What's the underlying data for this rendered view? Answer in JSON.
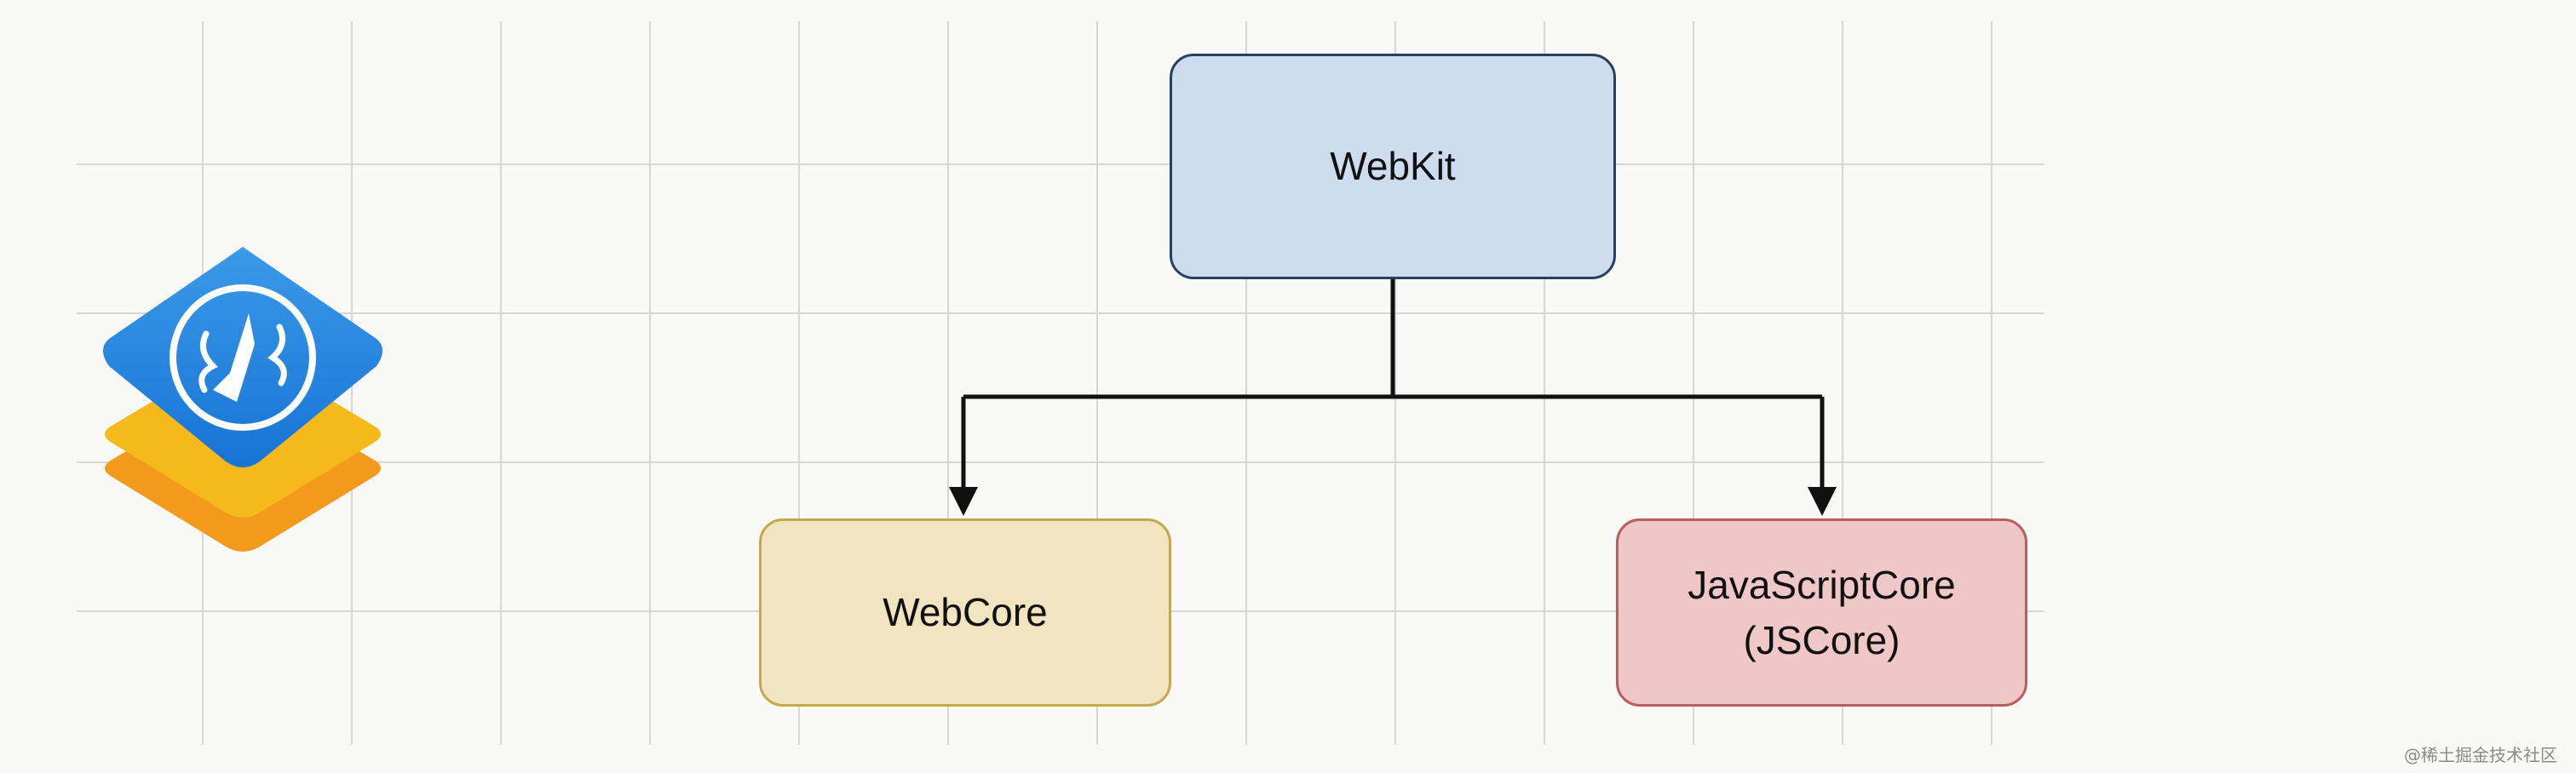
{
  "diagram": {
    "nodes": {
      "webkit": {
        "label": "WebKit"
      },
      "webcore": {
        "label": "WebCore"
      },
      "jscore": {
        "line1": "JavaScriptCore",
        "line2": "(JSCore)"
      }
    },
    "edges": [
      {
        "from": "webkit",
        "to": "webcore"
      },
      {
        "from": "webkit",
        "to": "jscore"
      }
    ],
    "colors": {
      "webkit_fill": "#cddcee",
      "webcore_fill": "#f1e4c1",
      "jscore_fill": "#efc7c7",
      "arrow": "#111111"
    }
  },
  "logo": {
    "icon": "webkit-safari-compass-icon"
  },
  "watermark": {
    "text": "@稀土掘金技术社区"
  }
}
